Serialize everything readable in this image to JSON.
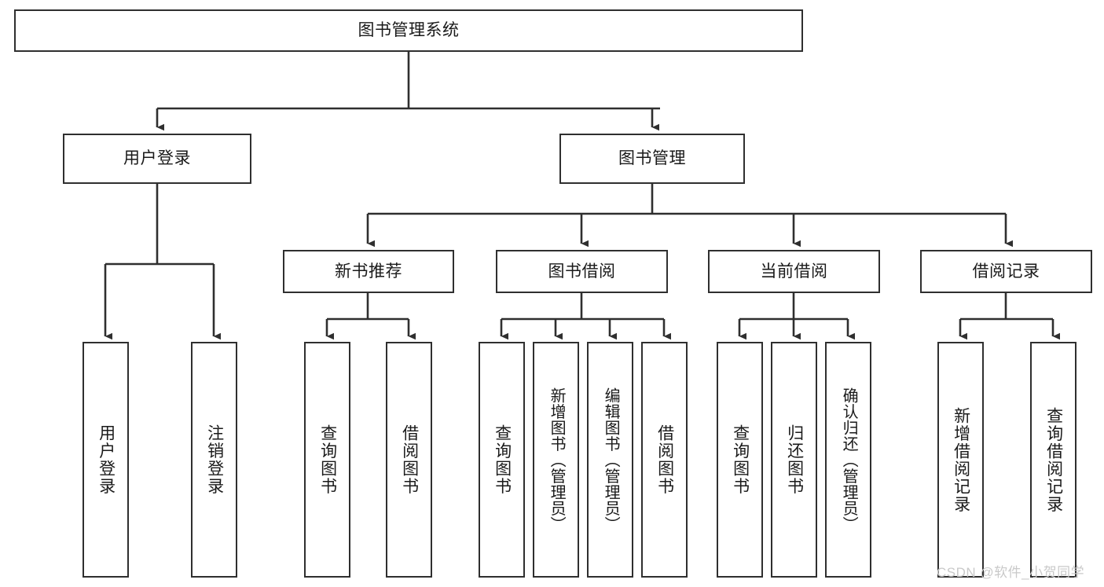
{
  "diagram": {
    "title": "图书管理系统",
    "type": "tree-hierarchy",
    "theme": {
      "background": "#ffffff",
      "box_border": "#2f2f2f",
      "box_fill": "#ffffff",
      "connector": "#2f2f2f",
      "text": "#1a1a1a",
      "watermark": "#c9c9c9"
    },
    "nodes": {
      "root": {
        "label": "图书管理系统"
      },
      "level2": [
        {
          "label": "用户登录"
        },
        {
          "label": "图书管理"
        }
      ],
      "level3": [
        {
          "label": "新书推荐"
        },
        {
          "label": "图书借阅"
        },
        {
          "label": "当前借阅"
        },
        {
          "label": "借阅记录"
        }
      ],
      "leaves_user_login": [
        {
          "label": "用户登录"
        },
        {
          "label": "注销登录"
        }
      ],
      "leaves_new_book": [
        {
          "label": "查询图书"
        },
        {
          "label": "借阅图书"
        }
      ],
      "leaves_borrow": [
        {
          "label": "查询图书"
        },
        {
          "label": "新增图书（管理员）"
        },
        {
          "label": "编辑图书（管理员）"
        },
        {
          "label": "借阅图书"
        }
      ],
      "leaves_current": [
        {
          "label": "查询图书"
        },
        {
          "label": "归还图书"
        },
        {
          "label": "确认归还（管理员）"
        }
      ],
      "leaves_records": [
        {
          "label": "新增借阅记录"
        },
        {
          "label": "查询借阅记录"
        }
      ]
    },
    "watermark": "CSDN @软件_小贺同学"
  }
}
